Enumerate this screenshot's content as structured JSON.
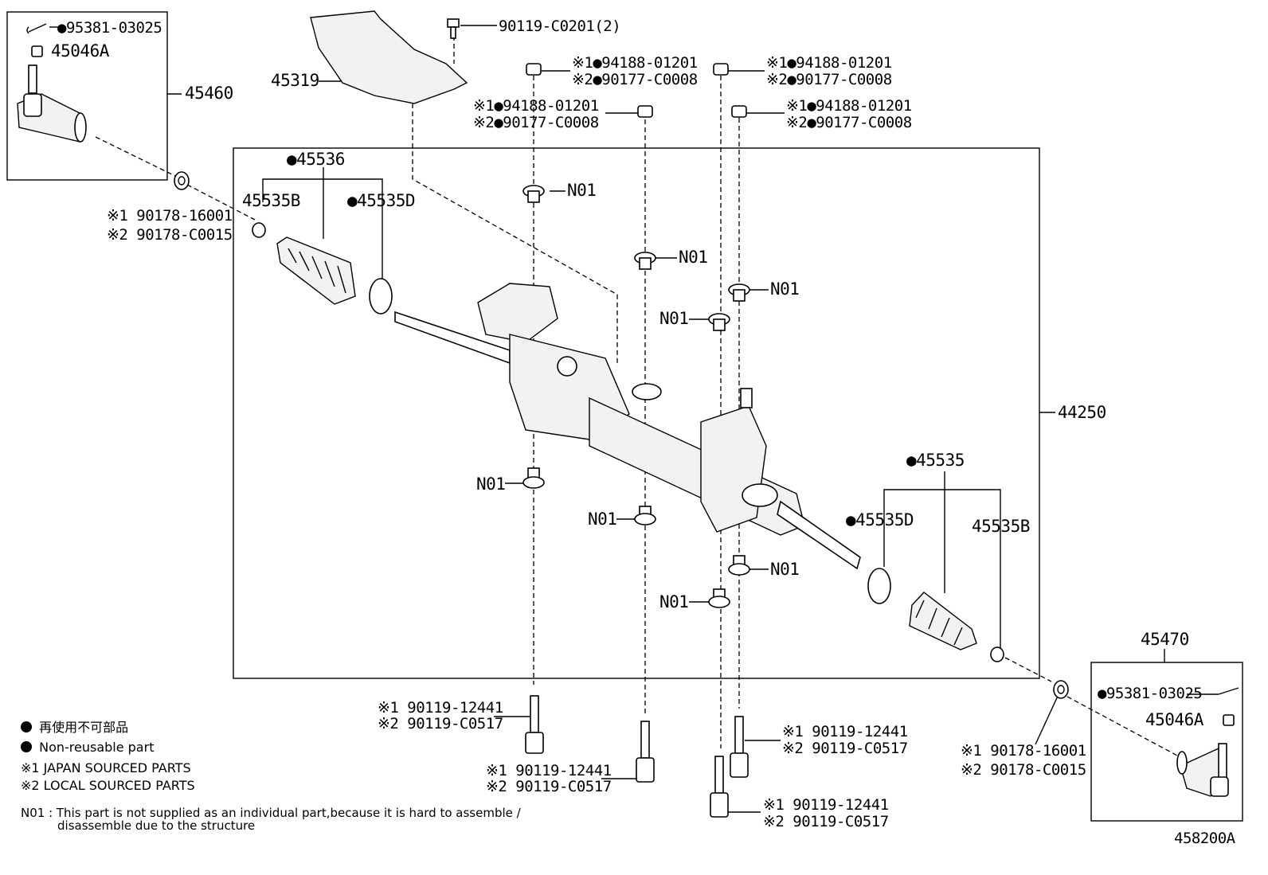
{
  "labels": {
    "p95381_tl": "●95381-03025",
    "p45046A_tl": "45046A",
    "p45460": "45460",
    "p45319": "45319",
    "p90119_top": "90119-C0201(2)",
    "n1a_1": "※1●94188-01201",
    "n1a_2": "※2●90177-C0008",
    "n1b_1": "※1●94188-01201",
    "n1b_2": "※2●90177-C0008",
    "n1c_1": "※1●94188-01201",
    "n1c_2": "※2●90177-C0008",
    "n1d_1": "※1●94188-01201",
    "n1d_2": "※2●90177-C0008",
    "p45536": "●45536",
    "p45535B_l": "45535B",
    "p45535D_l": "●45535D",
    "ws_l_1": "※1 90178-16001",
    "ws_l_2": "※2 90178-C0015",
    "n01_1": "N01",
    "n01_2": "N01",
    "n01_3": "N01",
    "n01_4": "N01",
    "n01_5": "N01",
    "n01_6": "N01",
    "n01_7": "N01",
    "n01_8": "N01",
    "p44250": "44250",
    "p45535_r": "●45535",
    "p45535D_r": "●45535D",
    "p45535B_r": "45535B",
    "p45470": "45470",
    "p95381_br": "●95381-03025",
    "p45046A_br": "45046A",
    "ws_r_1": "※1 90178-16001",
    "ws_r_2": "※2 90178-C0015",
    "b1_1": "※1 90119-12441",
    "b1_2": "※2 90119-C0517",
    "b2_1": "※1 90119-12441",
    "b2_2": "※2 90119-C0517",
    "b3_1": "※1 90119-12441",
    "b3_2": "※2 90119-C0517",
    "b4_1": "※1 90119-12441",
    "b4_2": "※2 90119-C0517",
    "legend_jp": "再使用不可部品",
    "legend_en": "Non-reusable part",
    "legend_s1": "※1 JAPAN SOURCED PARTS",
    "legend_s2": "※2 LOCAL SOURCED PARTS",
    "note_1": "N01 : This part is not supplied as an individual part,because it is hard to assemble /",
    "note_2": "disassemble due to the structure",
    "diagram_id": "458200A"
  }
}
